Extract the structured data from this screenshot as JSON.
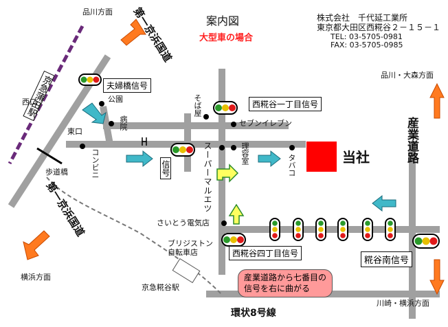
{
  "title": "案内図",
  "subtitle": "大型車の場合",
  "company": {
    "name": "株式会社　千代延工業所",
    "address": "東京都大田区西糀谷２－１５－１",
    "tel": "TEL: 03-5705-0981",
    "fax": "FAX: 03-5705-0985"
  },
  "directions": {
    "shinagawa": "品川方面",
    "shinagawa_omori": "品川・大森方面",
    "yokohama": "横浜方面",
    "kawasaki_yokohama": "川崎・横浜方面"
  },
  "roads": {
    "daiichi_keihin_top": "第一京浜国道",
    "daiichi_keihin_bottom": "第一京浜国道",
    "sangyo": "産業道路",
    "kanjo8": "環状8号線"
  },
  "stations": {
    "kamata": "京急蒲田駅",
    "kojiya": "京急糀谷駅"
  },
  "signals": {
    "meoto": "夫婦橋信号",
    "nishikojiya1": "西糀谷一丁目信号",
    "nishikojiya4": "西糀谷四丁目信号",
    "kojiya_minami": "糀谷南信号",
    "shingo": "信号"
  },
  "places": {
    "nishiguchi": "西口",
    "higashiguchi": "東口",
    "hodokyo": "歩道橋",
    "koen": "公園",
    "byoin": "病院",
    "convenience": "コンビニ",
    "sobaya": "そば屋",
    "seven_eleven": "セブンイレブン",
    "maruetsu": "スーパーマルエツ",
    "riyoshitsu": "理容室",
    "tabako": "タバコ",
    "saito_denki": "さいとう電気店",
    "bridgestone": "ブリジストン自転車店",
    "company_label": "当社"
  },
  "note": {
    "line1": "産業道路から七番目の",
    "line2": "信号を右に曲がる"
  },
  "colors": {
    "road": "#a0a0a0",
    "company": "#ff0000",
    "arrow_orange": "#ff7a20",
    "arrow_teal": "#40b8c8",
    "arrow_yellow": "#ffff60",
    "subtitle": "#ff2020",
    "note_bg": "#ff9a9a",
    "railway": "#6a2a7a"
  }
}
